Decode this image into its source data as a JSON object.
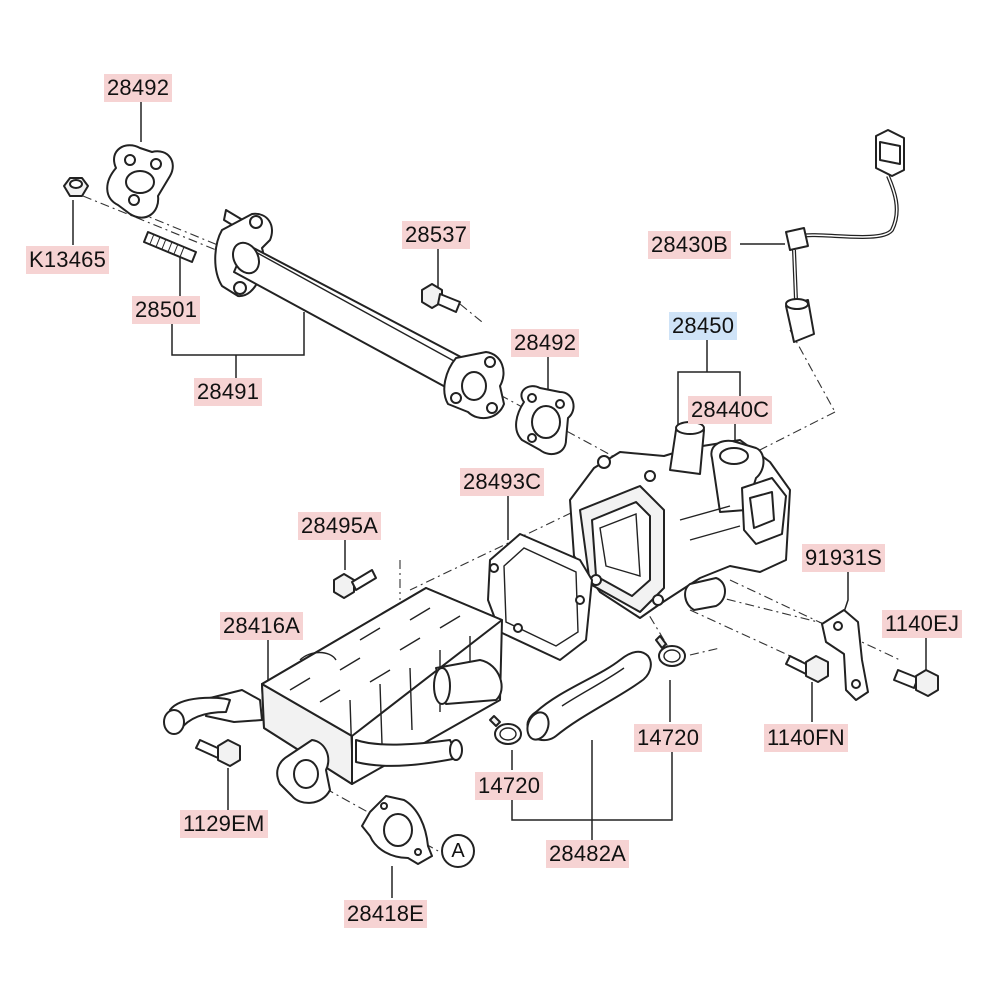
{
  "colors": {
    "label_bg": "#f6d3d3",
    "label_bg_highlight": "#cfe3f7",
    "ink": "#222222"
  },
  "labels": {
    "gasket_upper": "28492",
    "nut": "K13465",
    "stud": "28501",
    "pipe_assy": "28491",
    "bolt_upper": "28537",
    "gasket_mid": "28492",
    "sensor_cable": "28430B",
    "egr_valve_assy": "28450",
    "egr_valve": "28440C",
    "gasket_cooler": "28493C",
    "bolt_cooler": "28495A",
    "cooler": "28416A",
    "bracket": "91931S",
    "bolt_bracket_right": "1140EJ",
    "bolt_bracket_left": "1140FN",
    "clamp_right": "14720",
    "clamp_left": "14720",
    "hose": "28482A",
    "bolt_cooler_lower": "1129EM",
    "gasket_lower": "28418E",
    "ref_a": "A"
  }
}
